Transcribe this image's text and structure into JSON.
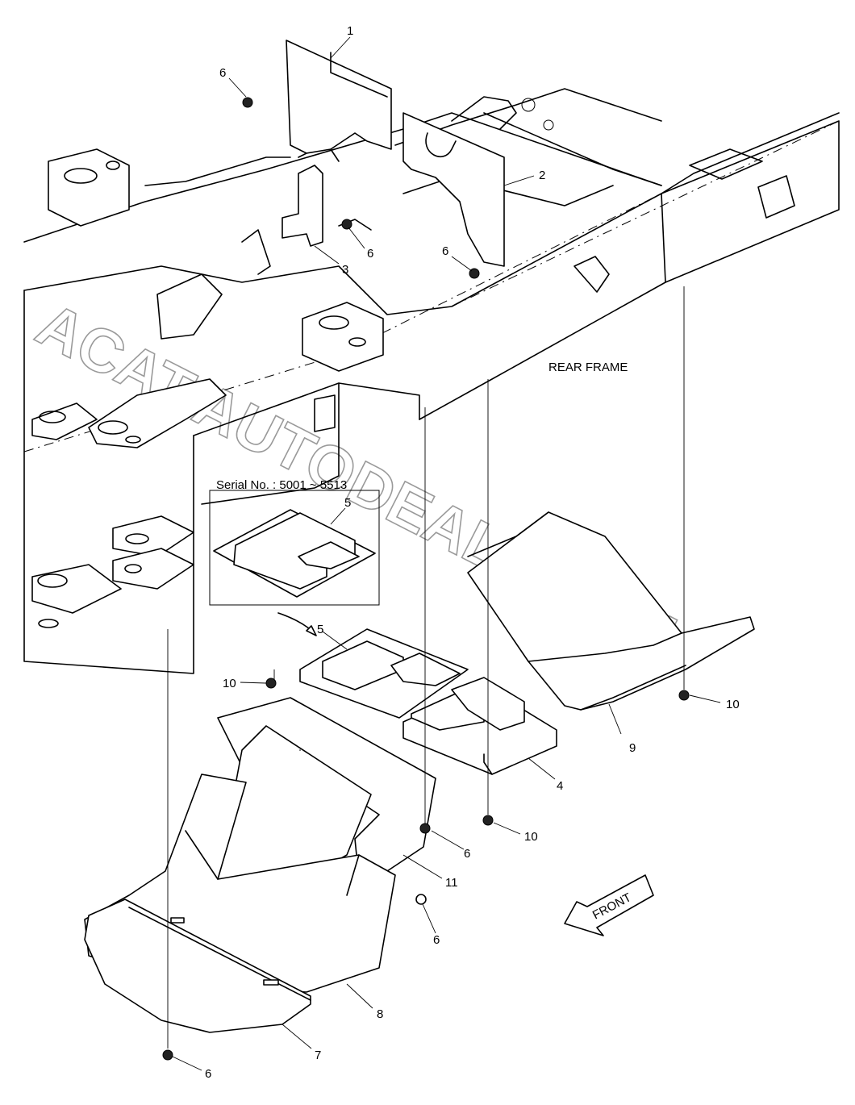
{
  "diagram": {
    "frame_label": "REAR FRAME",
    "inset_label": "Serial No. : 5001 ~ 5513",
    "direction_label": "FRONT",
    "watermark": "ACAT.AUTODEALER.RU",
    "callouts": {
      "c1": "1",
      "c2": "2",
      "c3": "3",
      "c4": "4",
      "c5": "5",
      "c5b": "5",
      "c6a": "6",
      "c6b": "6",
      "c6c": "6",
      "c6d": "6",
      "c6e": "6",
      "c6f": "6",
      "c7": "7",
      "c8": "8",
      "c9": "9",
      "c10a": "10",
      "c10b": "10",
      "c10c": "10",
      "c11": "11"
    }
  }
}
